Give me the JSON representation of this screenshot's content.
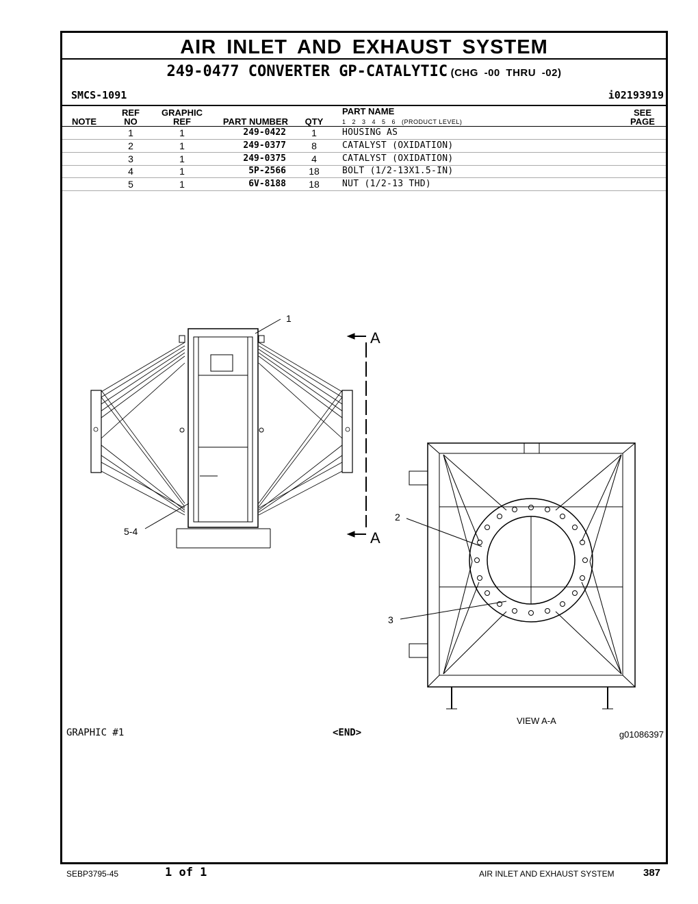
{
  "header": {
    "title": "AIR INLET AND EXHAUST SYSTEM",
    "group": "249-0477 CONVERTER GP-CATALYTIC",
    "change_range": "(CHG -00 THRU -02)",
    "smcs": "SMCS-1091",
    "info_ref": "i02193919"
  },
  "columns": {
    "note": "NOTE",
    "ref_top": "REF",
    "ref_bottom": "NO",
    "graphic_top": "GRAPHIC",
    "graphic_bottom": "REF",
    "part_number": "PART NUMBER",
    "qty": "QTY",
    "part_name": "PART NAME",
    "product_levels": "1   2   3   4   5   6   (PRODUCT LEVEL)",
    "see_top": "SEE",
    "see_bottom": "PAGE"
  },
  "parts": [
    {
      "ref": "1",
      "graphic": "1",
      "part_number": "249-0422",
      "qty": "1",
      "name": "HOUSING AS"
    },
    {
      "ref": "2",
      "graphic": "1",
      "part_number": "249-0377",
      "qty": "8",
      "name": "CATALYST (OXIDATION)"
    },
    {
      "ref": "3",
      "graphic": "1",
      "part_number": "249-0375",
      "qty": "4",
      "name": "CATALYST (OXIDATION)"
    },
    {
      "ref": "4",
      "graphic": "1",
      "part_number": "5P-2566",
      "qty": "18",
      "name": "BOLT (1/2-13X1.5-IN)"
    },
    {
      "ref": "5",
      "graphic": "1",
      "part_number": "6V-8188",
      "qty": "18",
      "name": "NUT (1/2-13 THD)"
    }
  ],
  "drawing": {
    "callout_1": "1",
    "callout_2": "2",
    "callout_3": "3",
    "callout_54": "5-4",
    "section_a_top": "A",
    "section_a_bottom": "A",
    "view_label": "VIEW A-A"
  },
  "graphic_label": "GRAPHIC #1",
  "end_label": "<END>",
  "graphic_id": "g01086397",
  "footer": {
    "doc": "SEBP3795-45",
    "page_of": "1 of 1",
    "system": "AIR INLET AND EXHAUST SYSTEM",
    "page_number": "387"
  }
}
